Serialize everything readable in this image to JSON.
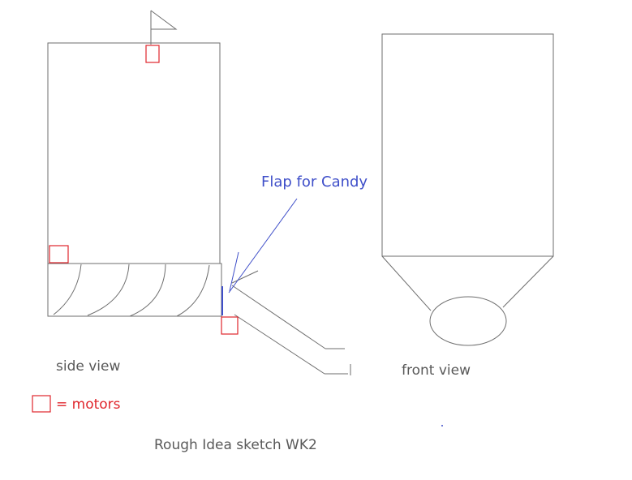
{
  "labels": {
    "flap_label": "Flap for Candy",
    "side_view": "side view",
    "front_view": "front view",
    "motors_legend": "= motors",
    "caption": "Rough Idea sketch WK2"
  },
  "colors": {
    "line": "#6e6e6e",
    "annotation": "#3f4fc9",
    "motor": "#e0262c",
    "text": "#595959"
  }
}
